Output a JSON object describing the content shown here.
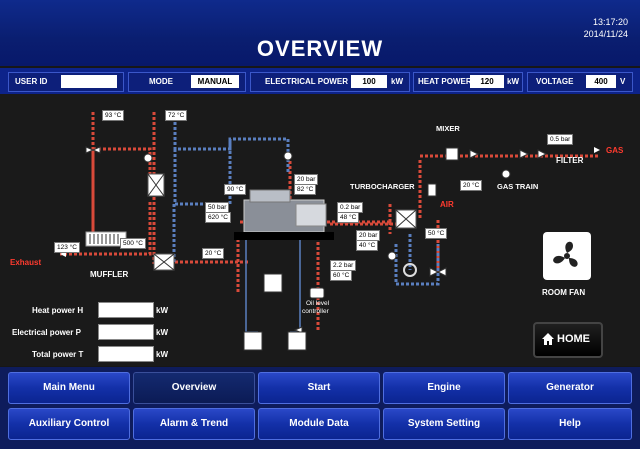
{
  "header": {
    "title": "OVERVIEW",
    "time": "13:17:20",
    "date": "2014/11/24"
  },
  "info": {
    "user_id_label": "USER ID",
    "user_id_value": "",
    "mode_label": "MODE",
    "mode_value": "MANUAL",
    "elec_power_label": "ELECTRICAL POWER",
    "elec_power_value": "100",
    "elec_power_unit": "kW",
    "heat_power_label": "HEAT POWER",
    "heat_power_value": "120",
    "heat_power_unit": "kW",
    "voltage_label": "VOLTAGE",
    "voltage_value": "400",
    "voltage_unit": "V"
  },
  "diagram": {
    "labels": {
      "mixer": "MIXER",
      "filter": "FILTER",
      "gas": "GAS",
      "gas_train": "GAS TRAIN",
      "turbocharger": "TURBOCHARGER",
      "air": "AIR",
      "exhaust": "Exhaust",
      "muffler": "MUFFLER",
      "oil_level": "Oil level",
      "oil_controller": "controller",
      "room_fan": "ROOM FAN"
    },
    "readings": {
      "t93": "93",
      "t72": "72",
      "t90": "90",
      "p20_top": "20",
      "t82": "82",
      "p50": "50",
      "t620": "620",
      "t20_left": "20",
      "p0_2": "0.2",
      "t48": "48",
      "p20_turbo": "20",
      "t40": "40",
      "t50": "50",
      "t123": "123",
      "t500": "500",
      "p0_5": "0.5",
      "t20_air": "20",
      "p2_2": "2.2",
      "t60": "60",
      "unit_c": "°C",
      "unit_bar": "bar"
    },
    "power": {
      "heat_label": "Heat power H",
      "heat_value": "",
      "heat_unit": "kW",
      "elec_label": "Electrical power P",
      "elec_value": "",
      "elec_unit": "kW",
      "total_label": "Total power T",
      "total_value": "",
      "total_unit": "kW"
    },
    "home_label": "HOME"
  },
  "nav": {
    "main_menu": "Main Menu",
    "overview": "Overview",
    "start": "Start",
    "engine": "Engine",
    "generator": "Generator",
    "auxiliary_control": "Auxiliary Control",
    "alarm_trend": "Alarm & Trend",
    "module_data": "Module Data",
    "system_setting": "System  Setting",
    "help": "Help"
  },
  "colors": {
    "header_blue": "#0f2a8c",
    "nav_blue": "#1a38b8",
    "hot_pipe": "#d94a3a",
    "cool_pipe": "#5a7fbf",
    "alert_red": "#ff3b2f"
  }
}
